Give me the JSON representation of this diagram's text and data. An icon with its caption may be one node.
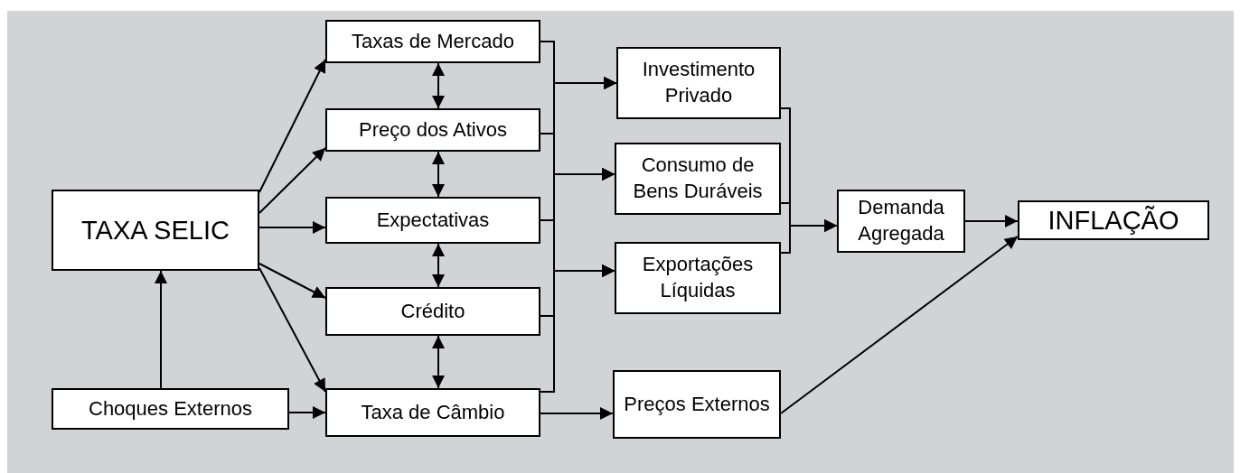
{
  "diagram": {
    "nodes": [
      {
        "text": [
          "TAXA SELIC"
        ]
      },
      {
        "text": [
          "Choques Externos"
        ]
      },
      {
        "text": [
          "Taxas de Mercado"
        ]
      },
      {
        "text": [
          "Preço dos Ativos"
        ]
      },
      {
        "text": [
          "Expectativas"
        ]
      },
      {
        "text": [
          "Crédito"
        ]
      },
      {
        "text": [
          "Taxa de Câmbio"
        ]
      },
      {
        "text": [
          "Investimento Privado"
        ]
      },
      {
        "text": [
          "Consumo de Bens Duráveis"
        ]
      },
      {
        "text": [
          "Exportações Líquidas"
        ]
      },
      {
        "text": [
          "Preços Externos"
        ]
      },
      {
        "text": [
          "Demanda Agregada"
        ]
      },
      {
        "text": [
          "INFLAÇÃO"
        ]
      }
    ],
    "edges": [
      {
        "from": 0,
        "to": 2,
        "arrow": "to"
      },
      {
        "from": 0,
        "to": 3,
        "arrow": "to"
      },
      {
        "from": 0,
        "to": 4,
        "arrow": "to"
      },
      {
        "from": 0,
        "to": 5,
        "arrow": "to"
      },
      {
        "from": 0,
        "to": 6,
        "arrow": "to"
      },
      {
        "from": 1,
        "to": 0,
        "arrow": "to"
      },
      {
        "from": 1,
        "to": 6,
        "arrow": "to"
      },
      {
        "from": 2,
        "to": 3,
        "arrow": "both"
      },
      {
        "from": 3,
        "to": 4,
        "arrow": "both"
      },
      {
        "from": 4,
        "to": 5,
        "arrow": "both"
      },
      {
        "from": 5,
        "to": 6,
        "arrow": "both"
      },
      {
        "from": 2,
        "to": 7,
        "arrow": "to"
      },
      {
        "from": 2,
        "to": 8,
        "arrow": "to"
      },
      {
        "from": 2,
        "to": 9,
        "arrow": "to"
      },
      {
        "from": 3,
        "to": 7,
        "arrow": "to"
      },
      {
        "from": 3,
        "to": 8,
        "arrow": "to"
      },
      {
        "from": 3,
        "to": 9,
        "arrow": "to"
      },
      {
        "from": 4,
        "to": 7,
        "arrow": "to"
      },
      {
        "from": 4,
        "to": 8,
        "arrow": "to"
      },
      {
        "from": 4,
        "to": 9,
        "arrow": "to"
      },
      {
        "from": 5,
        "to": 7,
        "arrow": "to"
      },
      {
        "from": 5,
        "to": 8,
        "arrow": "to"
      },
      {
        "from": 5,
        "to": 9,
        "arrow": "to"
      },
      {
        "from": 6,
        "to": 7,
        "arrow": "to"
      },
      {
        "from": 6,
        "to": 8,
        "arrow": "to"
      },
      {
        "from": 6,
        "to": 9,
        "arrow": "to"
      },
      {
        "from": 7,
        "to": 11,
        "arrow": "to"
      },
      {
        "from": 8,
        "to": 11,
        "arrow": "to"
      },
      {
        "from": 9,
        "to": 11,
        "arrow": "to"
      },
      {
        "from": 6,
        "to": 10,
        "arrow": "to"
      },
      {
        "from": 10,
        "to": 12,
        "arrow": "to"
      },
      {
        "from": 11,
        "to": 12,
        "arrow": "to"
      }
    ]
  }
}
